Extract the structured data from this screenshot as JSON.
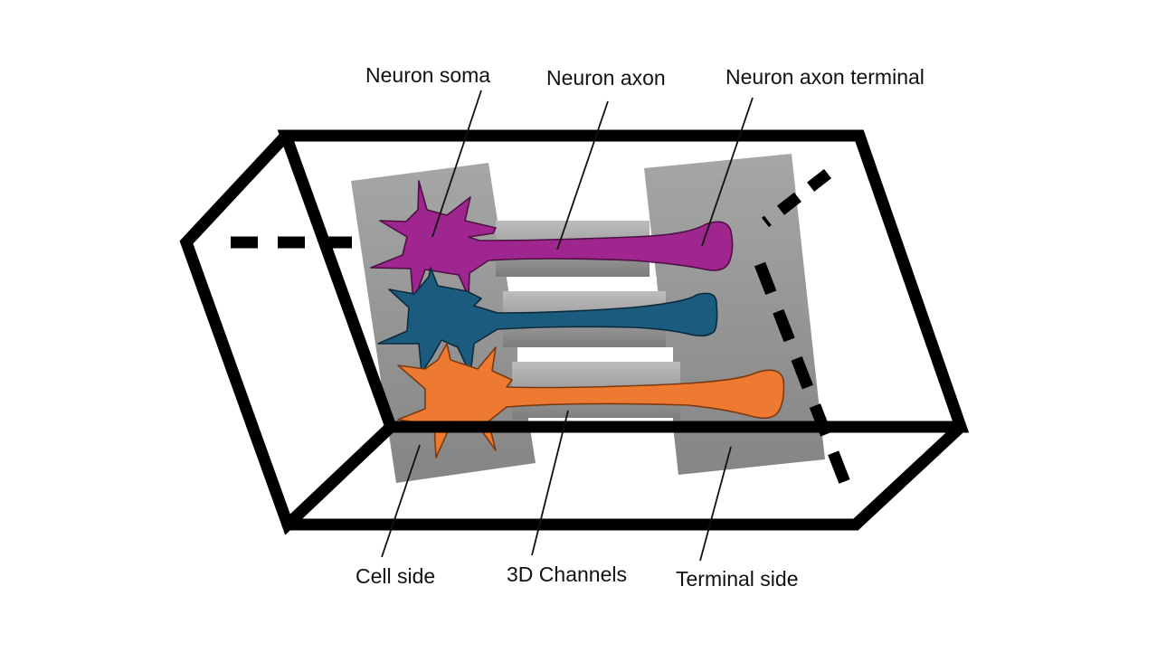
{
  "labels": {
    "neuron_soma": "Neuron soma",
    "neuron_axon": "Neuron axon",
    "neuron_axon_terminal": "Neuron axon terminal",
    "cell_side": "Cell side",
    "channels_3d": "3D Channels",
    "terminal_side": "Terminal side"
  },
  "colors": {
    "neuron_magenta": "#a0268f",
    "neuron_blue": "#1b5c7e",
    "neuron_orange": "#ee7a31",
    "chamber_gray": "#999999",
    "outline": "#000000"
  }
}
